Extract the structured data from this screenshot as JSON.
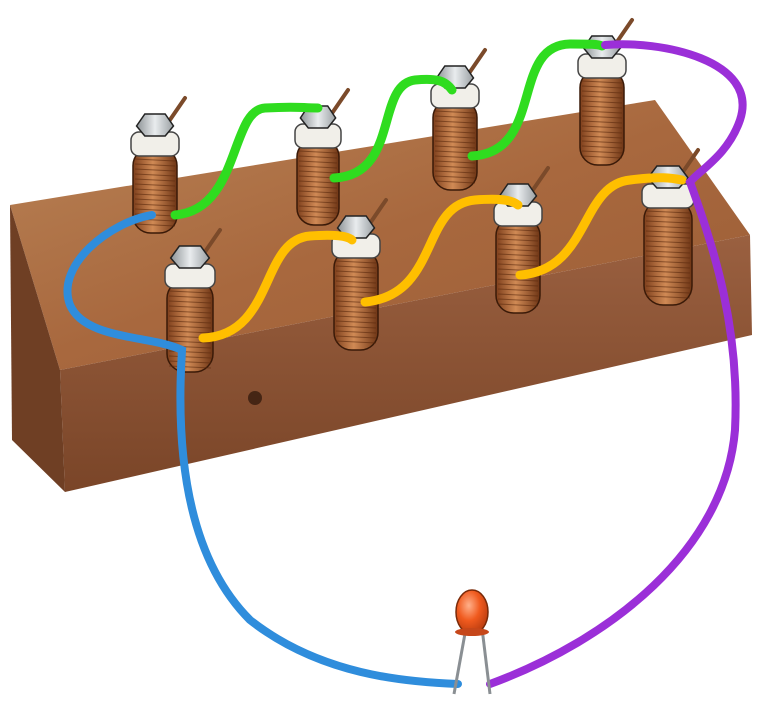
{
  "scene": {
    "wires": [
      {
        "id": "green-1",
        "color_name": "green"
      },
      {
        "id": "green-2",
        "color_name": "green"
      },
      {
        "id": "green-3",
        "color_name": "green"
      },
      {
        "id": "yellow-1",
        "color_name": "yellow"
      },
      {
        "id": "yellow-2",
        "color_name": "yellow"
      },
      {
        "id": "yellow-3",
        "color_name": "yellow"
      },
      {
        "id": "blue-lead",
        "color_name": "blue"
      },
      {
        "id": "purple-lead",
        "color_name": "purple"
      }
    ],
    "coils": {
      "back_row": 4,
      "front_row": 4
    },
    "component": "led"
  },
  "colors": {
    "board_top": "#b27649",
    "board_front": "#8e5432",
    "board_side": "#74432a",
    "green": "#2fdc1f",
    "yellow": "#ffbf00",
    "blue": "#2f8ddc",
    "purple": "#9b2fd8",
    "copper": "#b86a3a",
    "bolt": "#cfd3d6",
    "led": "#f05a1e"
  }
}
